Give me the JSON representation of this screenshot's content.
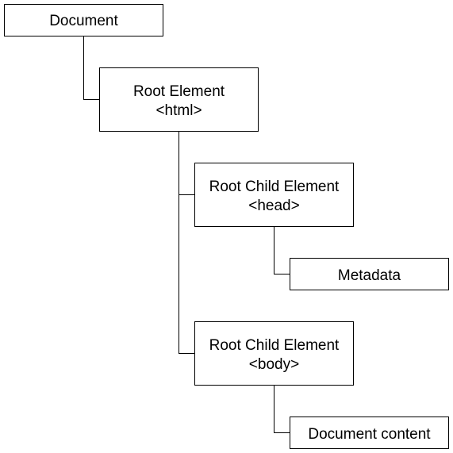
{
  "diagram": {
    "nodes": {
      "document": {
        "lines": [
          "Document"
        ]
      },
      "root": {
        "lines": [
          "Root Element",
          "<html>"
        ]
      },
      "head": {
        "lines": [
          "Root Child Element",
          "<head>"
        ]
      },
      "metadata": {
        "lines": [
          "Metadata"
        ]
      },
      "body": {
        "lines": [
          "Root Child Element",
          "<body>"
        ]
      },
      "content": {
        "lines": [
          "Document content"
        ]
      }
    },
    "edges": [
      {
        "from": "document",
        "to": "root"
      },
      {
        "from": "root",
        "to": "head"
      },
      {
        "from": "root",
        "to": "body"
      },
      {
        "from": "head",
        "to": "metadata"
      },
      {
        "from": "body",
        "to": "content"
      }
    ],
    "colors": {
      "stroke": "#000000",
      "fill": "#ffffff",
      "text": "#000000"
    }
  }
}
